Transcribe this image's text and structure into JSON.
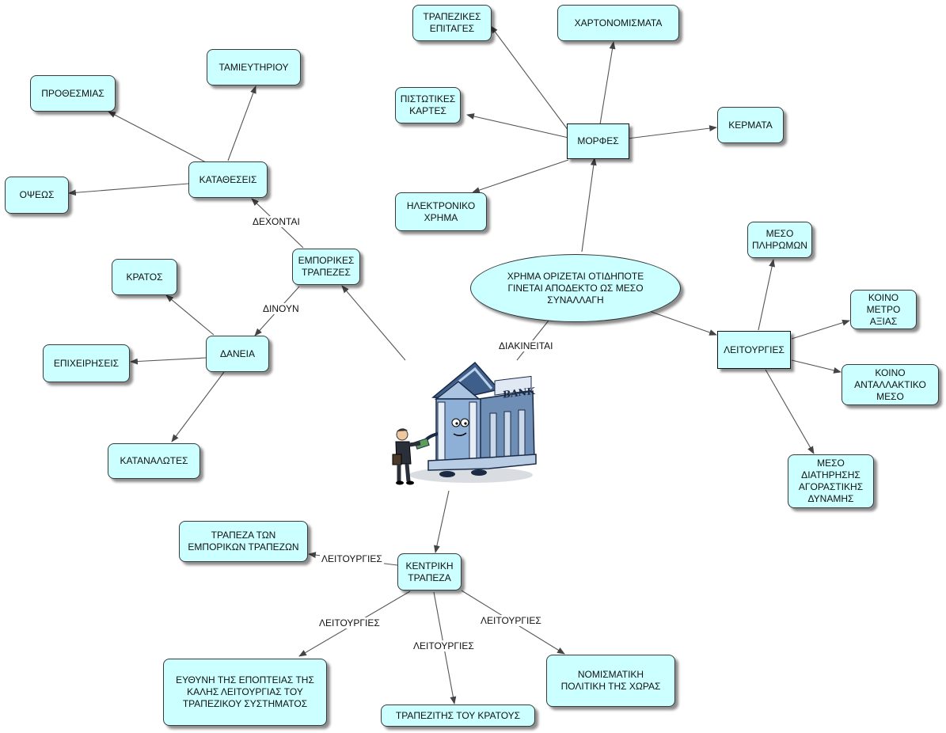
{
  "center": "ΧΡΗΜΑ ΟΡΙΖΕΤΑΙ ΟΤΙΔΗΠΟΤΕ\nΓΙΝΕΤΑΙ ΑΠΟΔΕΚΤΟ ΩΣ ΜΕΣΟ\nΣΥΝΑΛΛΑΓΗ",
  "bank_sign": "BANK",
  "forms": {
    "title": "ΜΟΡΦΕΣ",
    "items": [
      "ΤΡΑΠΕΖΙΚΕΣ\nΕΠΙΤΑΓΕΣ",
      "ΧΑΡΤΟΝΟΜΙΣΜΑΤΑ",
      "ΠΙΣΤΩΤΙΚΕΣ\nΚΑΡΤΕΣ",
      "ΚΕΡΜΑΤΑ",
      "ΗΛΕΚΤΡΟΝΙΚΟ\nΧΡΗΜΑ"
    ]
  },
  "functions": {
    "title": "ΛΕΙΤΟΥΡΓΙΕΣ",
    "items": [
      "ΜΕΣΟ\nΠΛΗΡΩΜΩΝ",
      "ΚΟΙΝΟ\nΜΕΤΡΟ\nΑΞΙΑΣ",
      "ΚΟΙΝΟ\nΑΝΤΑΛΛΑΚΤΙΚΟ\nΜΕΣΟ",
      "ΜΕΣΟ\nΔΙΑΤΗΡΗΣΗΣ\nΑΓΟΡΑΣΤΙΚΗΣ\nΔΥΝΑΜΗΣ"
    ]
  },
  "commercial": {
    "title": "ΕΜΠΟΡΙΚΕΣ\nΤΡΑΠΕΖΕΣ",
    "deposits": {
      "title": "ΚΑΤΑΘΕΣΕΙΣ",
      "items": [
        "ΤΑΜΙΕΥΤΗΡΙΟΥ",
        "ΠΡΟΘΕΣΜΙΑΣ",
        "ΟΨΕΩΣ"
      ]
    },
    "loans": {
      "title": "ΔΑΝΕΙΑ",
      "items": [
        "ΚΡΑΤΟΣ",
        "ΕΠΙΧΕΙΡΗΣΕΙΣ",
        "ΚΑΤΑΝΑΛΩΤΕΣ"
      ]
    }
  },
  "central": {
    "title": "ΚΕΝΤΡΙΚΗ\nΤΡΑΠΕΖΑ",
    "items": [
      "ΤΡΑΠΕΖΑ ΤΩΝ\nΕΜΠΟΡΙΚΩΝ ΤΡΑΠΕΖΩΝ",
      "ΕΥΘΥΝΗ ΤΗΣ ΕΠΟΠΤΕΙΑΣ ΤΗΣ\nΚΑΛΗΣ ΛΕΙΤΟΥΡΓΙΑΣ ΤΟΥ\nΤΡΑΠΕΖΙΚΟΥ ΣΥΣΤΗΜΑΤΟΣ",
      "ΤΡΑΠΕΖΙΤΗΣ ΤΟΥ ΚΡΑΤΟΥΣ",
      "ΝΟΜΙΣΜΑΤΙΚΗ\nΠΟΛΙΤΙΚΗ ΤΗΣ ΧΩΡΑΣ"
    ]
  },
  "links": {
    "accept": "ΔΕΧΟΝΤΑΙ",
    "give": "ΔΙΝΟΥΝ",
    "manage": "ΔΙΑΚΙΝΕΙΤΑΙ",
    "func": "ΛΕΙΤΟΥΡΓΙΕΣ"
  },
  "colors": {
    "node_fill": "#ccffff",
    "line": "#555555"
  }
}
